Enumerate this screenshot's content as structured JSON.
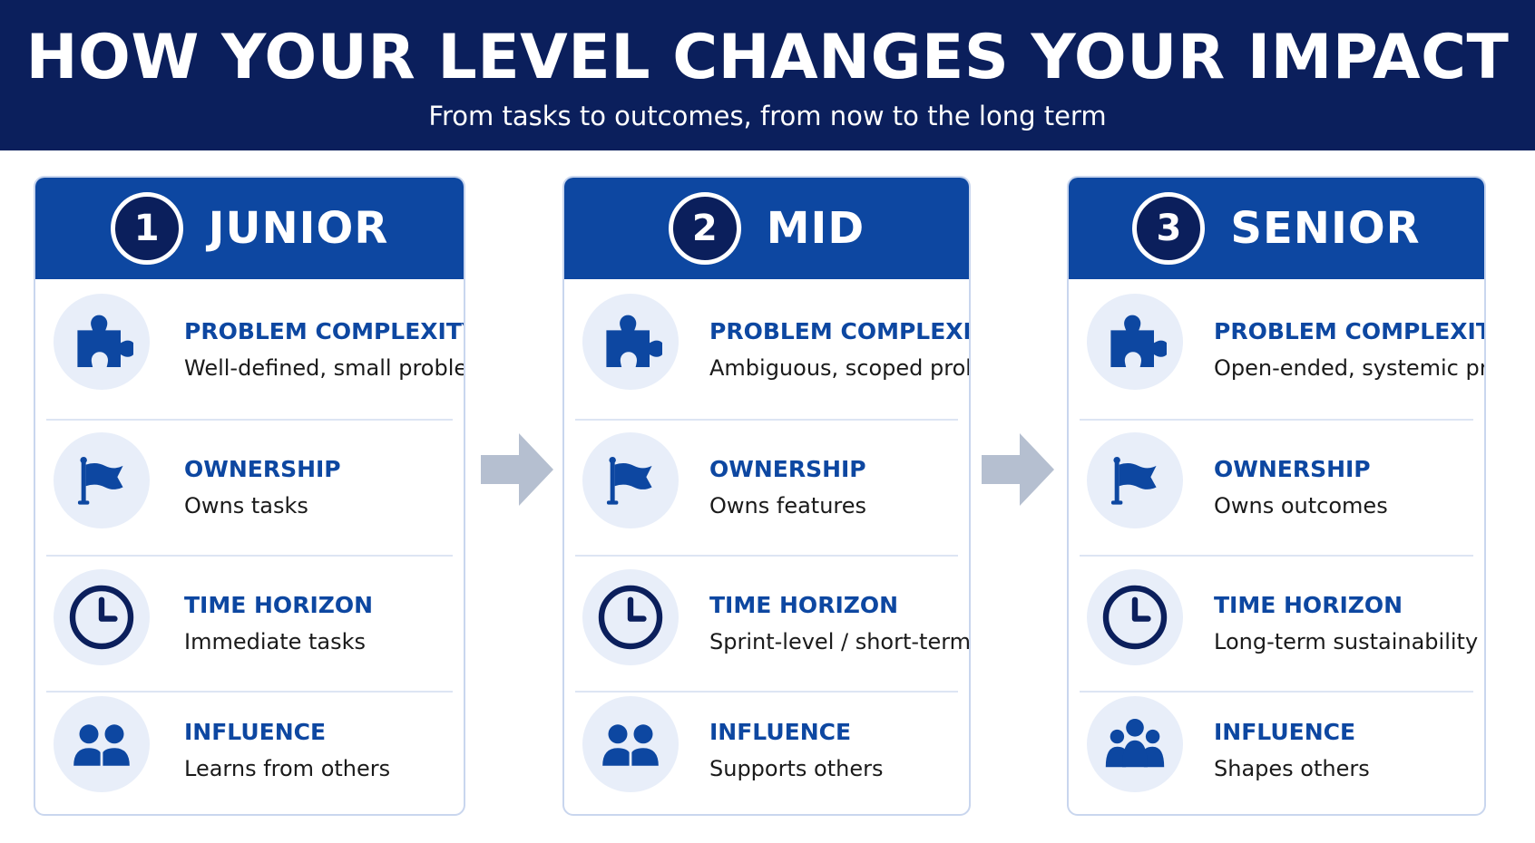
{
  "title": "HOW YOUR LEVEL CHANGES YOUR IMPACT",
  "subtitle": "From tasks to outcomes, from now to the long term",
  "colors": {
    "banner": "#0b1f5c",
    "accent": "#0d47a1",
    "icon_bg": "#e8eef9",
    "arrow": "#b5bfd0"
  },
  "levels": [
    {
      "number": "1",
      "name": "JUNIOR",
      "rows": [
        {
          "icon": "puzzle-icon",
          "label": "PROBLEM COMPLEXITY",
          "text": "Well-defined, small problems"
        },
        {
          "icon": "flag-icon",
          "label": "OWNERSHIP",
          "text": "Owns tasks"
        },
        {
          "icon": "clock-icon",
          "label": "TIME HORIZON",
          "text": "Immediate tasks"
        },
        {
          "icon": "two-people-icon",
          "label": "INFLUENCE",
          "text": "Learns from others"
        }
      ]
    },
    {
      "number": "2",
      "name": "MID",
      "rows": [
        {
          "icon": "puzzle-icon",
          "label": "PROBLEM COMPLEXITY",
          "text": "Ambiguous, scoped problems"
        },
        {
          "icon": "flag-icon",
          "label": "OWNERSHIP",
          "text": "Owns features"
        },
        {
          "icon": "clock-icon",
          "label": "TIME HORIZON",
          "text": "Sprint-level / short-term"
        },
        {
          "icon": "two-people-icon",
          "label": "INFLUENCE",
          "text": "Supports others"
        }
      ]
    },
    {
      "number": "3",
      "name": "SENIOR",
      "rows": [
        {
          "icon": "puzzle-icon",
          "label": "PROBLEM COMPLEXITY",
          "text": "Open-ended, systemic problems"
        },
        {
          "icon": "flag-icon",
          "label": "OWNERSHIP",
          "text": "Owns outcomes"
        },
        {
          "icon": "clock-icon",
          "label": "TIME HORIZON",
          "text": "Long-term sustainability"
        },
        {
          "icon": "group-icon",
          "label": "INFLUENCE",
          "text": "Shapes others"
        }
      ]
    }
  ]
}
